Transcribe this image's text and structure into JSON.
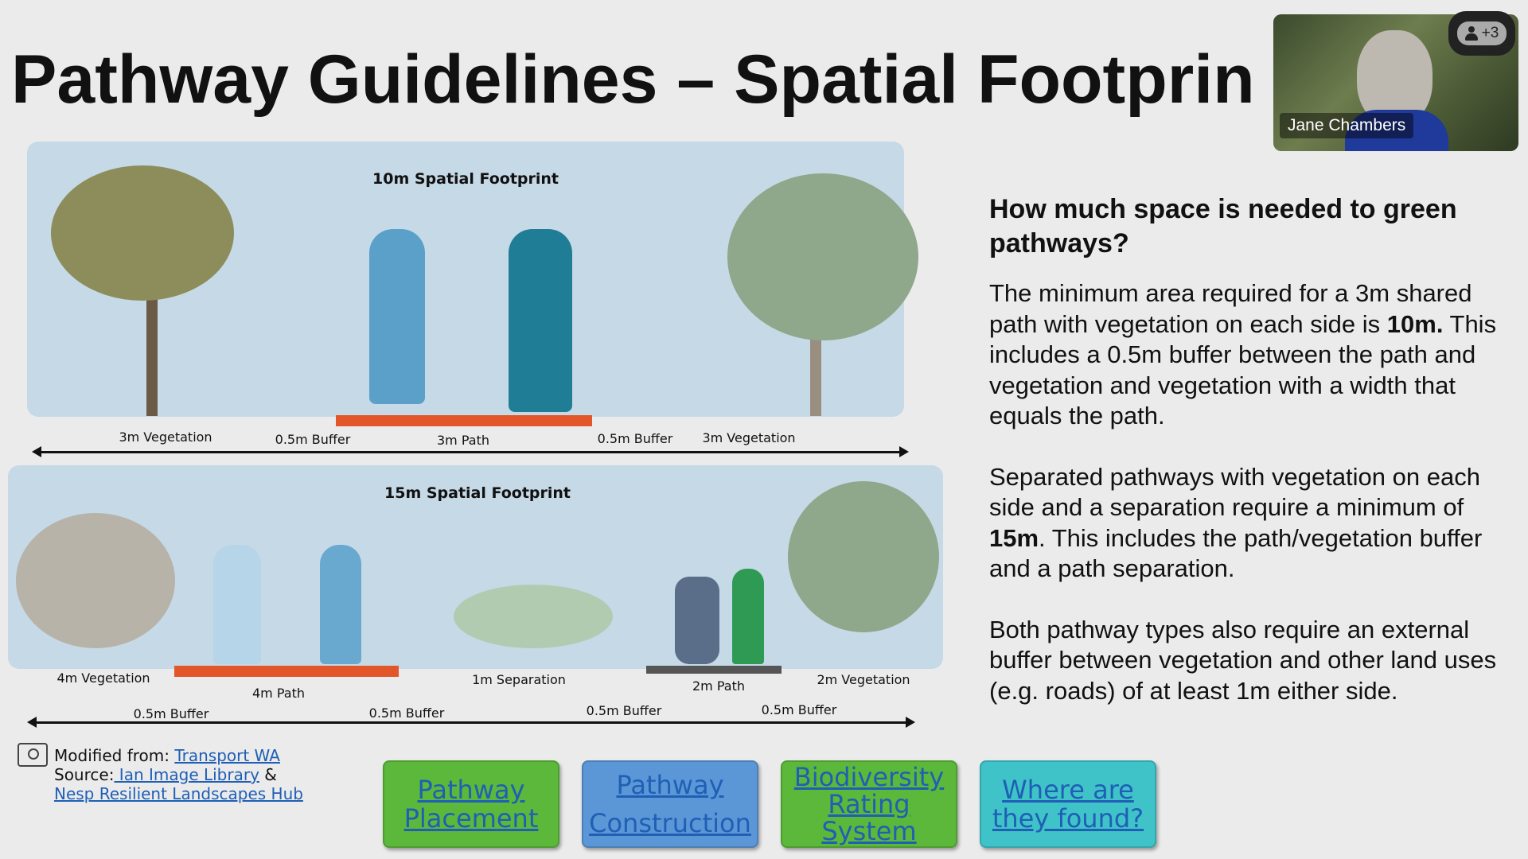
{
  "slide": {
    "title": "Pathway Guidelines – Spatial Footprin",
    "diagram_top": {
      "title": "10m Spatial Footprint",
      "labels": [
        "3m Vegetation",
        "0.5m Buffer",
        "3m Path",
        "0.5m Buffer",
        "3m Vegetation"
      ]
    },
    "diagram_bottom": {
      "title": "15m Spatial Footprint",
      "labels": [
        "4m Vegetation",
        "4m Path",
        "1m Separation",
        "2m Path",
        "2m Vegetation"
      ],
      "buffer_labels": [
        "0.5m Buffer",
        "0.5m Buffer",
        "0.5m Buffer",
        "0.5m Buffer"
      ]
    },
    "right": {
      "heading": "How much space is needed to green pathways?",
      "p1_pre": "The minimum area required for a 3m shared path with vegetation on each side is ",
      "p1_bold": "10m.",
      "p1_post": " This includes a 0.5m buffer between the path and vegetation and vegetation with a width that equals the path.",
      "p2_pre": "Separated pathways with vegetation on each side and a separation require a minimum of ",
      "p2_bold": "15m",
      "p2_post": ". This includes the path/vegetation buffer and a path separation.",
      "p3": "Both pathway types also require an external buffer between vegetation and other land uses (e.g. roads) of at least 1m either side."
    },
    "source": {
      "modified_label": "Modified from: ",
      "modified_link": "Transport WA",
      "source_label": "Source:",
      "source_link1": " Ian Image Library",
      "amp": " &",
      "source_link2": "Nesp Resilient Landscapes Hub"
    },
    "buttons": [
      {
        "label": "Pathway Placement",
        "color": "#5cb83a"
      },
      {
        "label": "Pathway Construction",
        "color": "#5b96d6"
      },
      {
        "label": "Biodiversity Rating System",
        "color": "#5cb83a"
      },
      {
        "label": "Where are they found?",
        "color": "#3fc3c9"
      }
    ],
    "colors": {
      "path_orange": "#e2562a",
      "path_grey": "#555555"
    }
  },
  "video": {
    "participant_name": "Jane Chambers",
    "participants_badge": "+3",
    "icon": "person-icon"
  }
}
